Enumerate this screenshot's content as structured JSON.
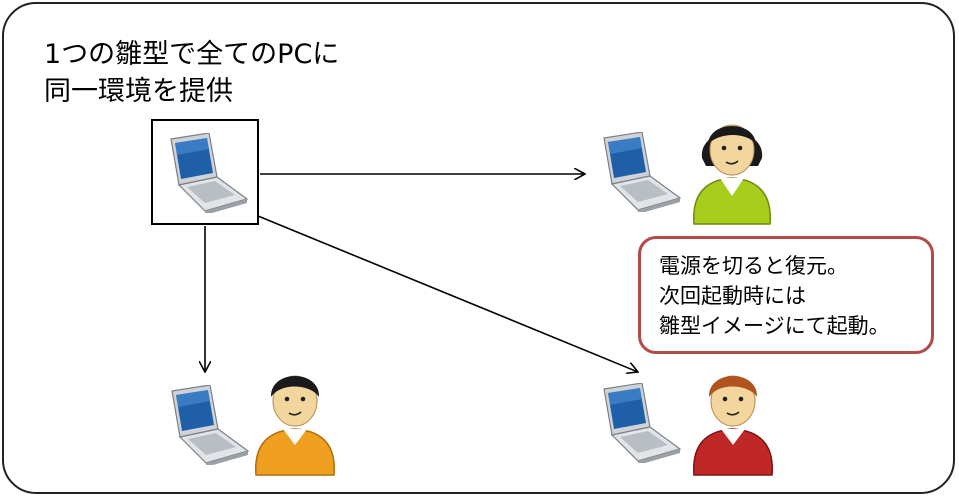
{
  "diagram": {
    "title_lines": [
      "1つの雛型で全てのPCに",
      "同一環境を提供"
    ],
    "callout_lines": [
      "電源を切ると復元。",
      "次回起動時には",
      "雛型イメージにて起動。"
    ],
    "colors": {
      "frame": "#222222",
      "callout_border": "#b24a4a",
      "person_green": "#a8cc1c",
      "person_orange": "#f0a020",
      "person_red": "#c02828",
      "laptop_screen": "#1f5fa8"
    },
    "icons": [
      "laptop-icon",
      "person-green-icon",
      "person-orange-icon",
      "person-red-icon"
    ]
  }
}
